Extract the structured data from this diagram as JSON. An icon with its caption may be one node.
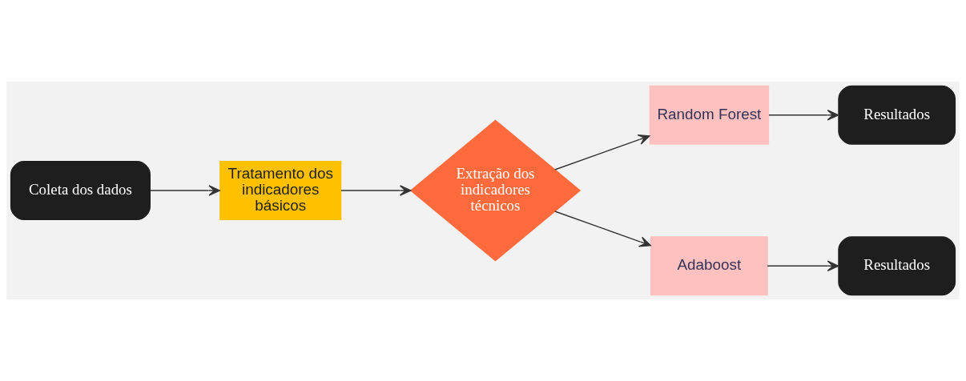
{
  "diagram": {
    "nodes": [
      {
        "text": [
          "Coleta dos dados"
        ]
      },
      {
        "text": [
          "Tratamento dos indicadores básicos"
        ]
      },
      {
        "text": [
          "Extração dos indicadores técnicos"
        ]
      },
      {
        "text": [
          "Random Forest"
        ]
      },
      {
        "text": [
          "Resultados"
        ]
      },
      {
        "text": [
          "Adaboost"
        ]
      },
      {
        "text": [
          "Resultados"
        ]
      }
    ],
    "edges": [
      {
        "from": 0,
        "to": 1,
        "arrow": "to"
      },
      {
        "from": 1,
        "to": 2,
        "arrow": "to"
      },
      {
        "from": 2,
        "to": 3,
        "arrow": "to"
      },
      {
        "from": 3,
        "to": 4,
        "arrow": "to"
      },
      {
        "from": 2,
        "to": 5,
        "arrow": "to"
      },
      {
        "from": 5,
        "to": 6,
        "arrow": "to"
      }
    ]
  }
}
